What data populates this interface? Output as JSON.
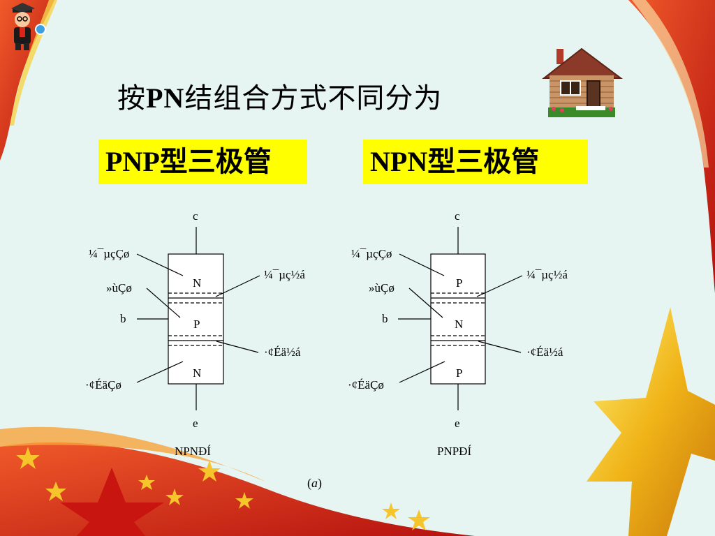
{
  "title": {
    "prefix": "按",
    "latin": "PN",
    "suffix": "结组合方式不同分为"
  },
  "boxes": {
    "pnp": {
      "latin": "PNP",
      "cjk": "型三极管",
      "color": "#ffff00"
    },
    "npn": {
      "latin": "NPN",
      "cjk": "型三极管",
      "color": "#ffff00"
    }
  },
  "left_diagram": {
    "collector_terminal": "c",
    "base_terminal": "b",
    "emitter_terminal": "e",
    "layers": [
      "N",
      "P",
      "N"
    ],
    "labels": {
      "collector_region": "¼¯µçÇø",
      "base_region": "»ùÇø",
      "emitter_region": "·¢ÉäÇø",
      "collector_junction": "¼¯µç½á",
      "emitter_junction": "·¢Éä½á"
    },
    "type_label": "NPNÐÍ"
  },
  "right_diagram": {
    "collector_terminal": "c",
    "base_terminal": "b",
    "emitter_terminal": "e",
    "layers": [
      "P",
      "N",
      "P"
    ],
    "labels": {
      "collector_region": "¼¯µçÇø",
      "base_region": "»ùÇø",
      "emitter_region": "·¢ÉäÇø",
      "collector_junction": "¼¯µç½á",
      "emitter_junction": "·¢Éä½á"
    },
    "type_label": "PNPÐÍ"
  },
  "caption": {
    "open": "(",
    "letter": "a",
    "close": ")"
  },
  "icons": [
    "teacher-icon",
    "house-icon"
  ],
  "colors": {
    "background": "#e6f5f1",
    "frame_red": "#d9271b",
    "star_gold": "#f4c21c",
    "highlight": "#ffff00"
  }
}
